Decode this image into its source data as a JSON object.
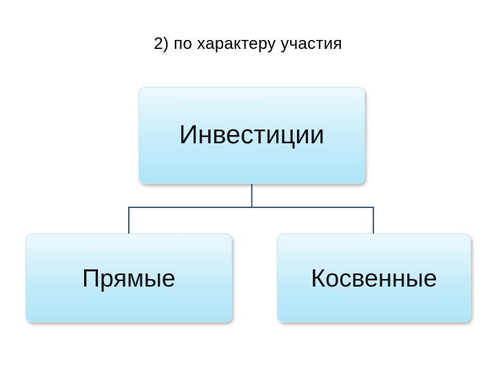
{
  "slide": {
    "title": "2) по характеру участия"
  },
  "diagram": {
    "root": {
      "label": "Инвестиции"
    },
    "children": [
      {
        "label": "Прямые"
      },
      {
        "label": "Косвенные"
      }
    ],
    "colors": {
      "node_fill_top": "#ecf9fd",
      "node_fill_bottom": "#aee4f7",
      "node_border": "#c6e7f2",
      "connector": "#3f5b78"
    }
  }
}
